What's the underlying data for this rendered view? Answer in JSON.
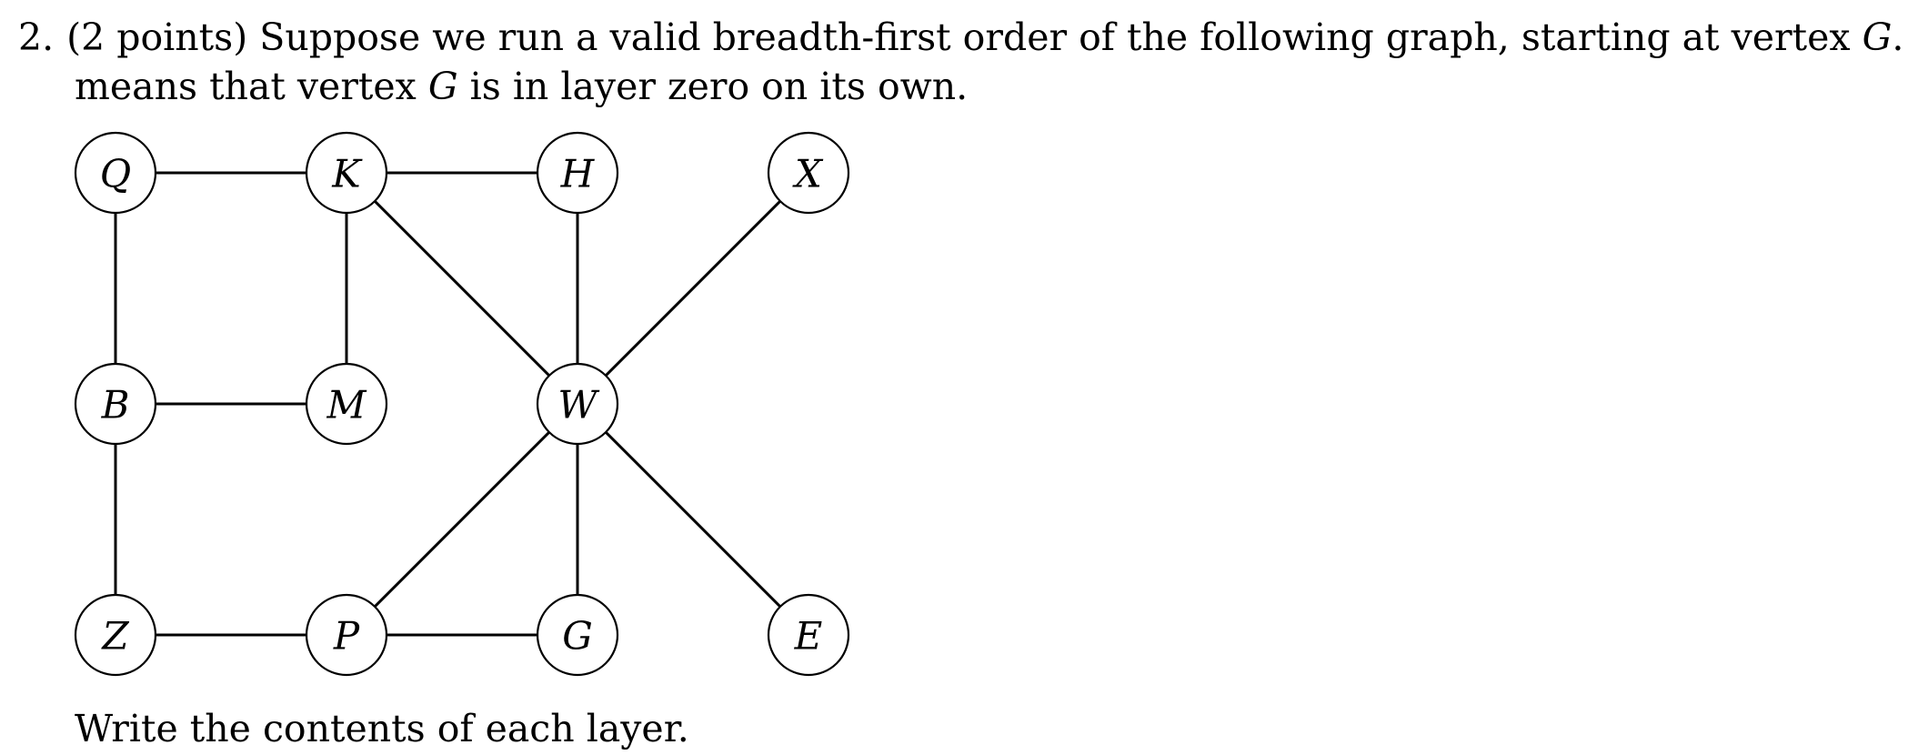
{
  "question": {
    "number": "2.",
    "line1_a": "(2 points) Suppose we run a valid breadth-first order of the following graph, starting at vertex ",
    "start_vertex": "G",
    "line1_b": ". This",
    "line2_a": "means that vertex ",
    "line2_vertex": "G",
    "line2_b": " is in layer zero on its own."
  },
  "graph": {
    "nodes": [
      "Q",
      "K",
      "H",
      "X",
      "B",
      "M",
      "W",
      "Z",
      "P",
      "G",
      "E"
    ],
    "edges": [
      [
        "Q",
        "K"
      ],
      [
        "K",
        "H"
      ],
      [
        "Q",
        "B"
      ],
      [
        "K",
        "M"
      ],
      [
        "K",
        "W"
      ],
      [
        "H",
        "W"
      ],
      [
        "X",
        "W"
      ],
      [
        "B",
        "M"
      ],
      [
        "B",
        "Z"
      ],
      [
        "W",
        "P"
      ],
      [
        "W",
        "G"
      ],
      [
        "W",
        "E"
      ],
      [
        "Z",
        "P"
      ],
      [
        "P",
        "G"
      ]
    ]
  },
  "footer": {
    "text": "Write the contents of each layer."
  }
}
